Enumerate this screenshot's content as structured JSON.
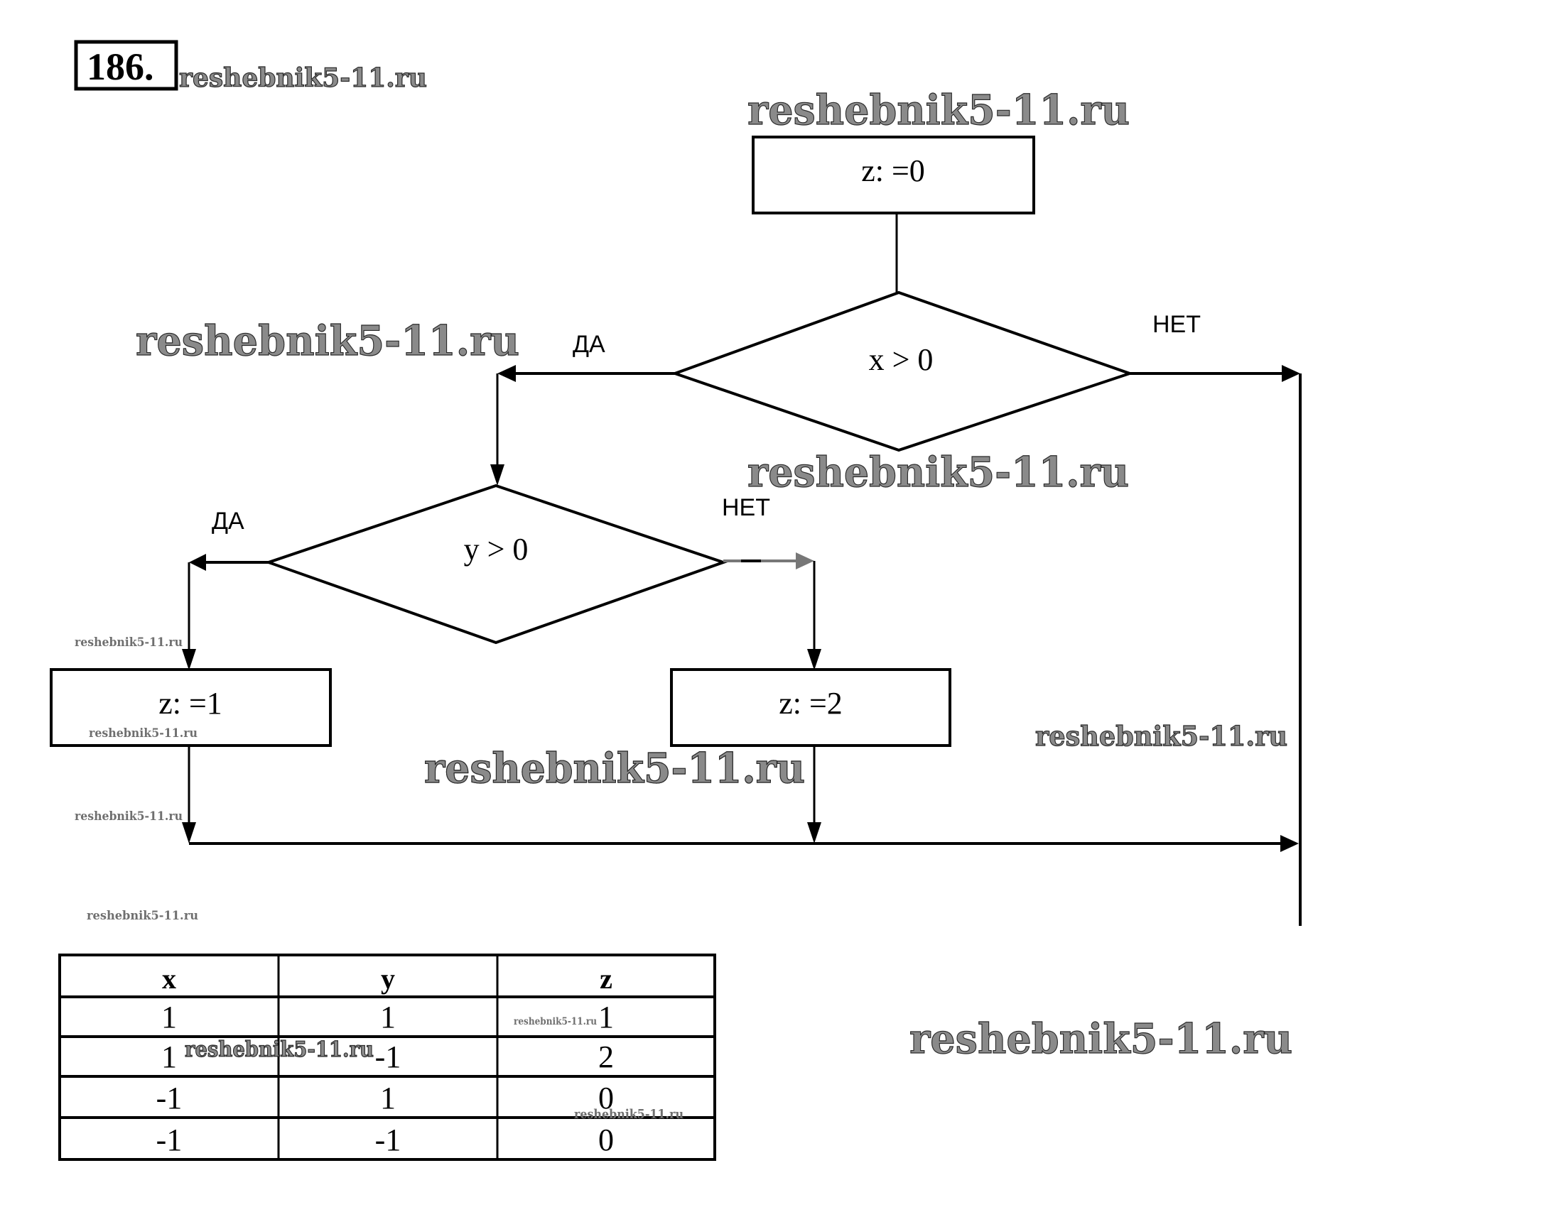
{
  "problem": {
    "number": "186."
  },
  "watermark": {
    "text": "reshebnik5-11.ru"
  },
  "flowchart": {
    "start_box": {
      "label": "z: =0"
    },
    "decision_x": {
      "condition": "x > 0",
      "yes_label": "ДА",
      "no_label": "НЕТ"
    },
    "decision_y": {
      "condition": "y > 0",
      "yes_label": "ДА",
      "no_label": "НЕТ"
    },
    "box_yes": {
      "label": "z: =1"
    },
    "box_no": {
      "label": "z: =2"
    }
  },
  "table": {
    "headers": [
      "x",
      "y",
      "z"
    ],
    "rows": [
      [
        "1",
        "1",
        "1"
      ],
      [
        "1",
        "-1",
        "2"
      ],
      [
        "-1",
        "1",
        "0"
      ],
      [
        "-1",
        "-1",
        "0"
      ]
    ]
  },
  "colors": {
    "line": "#000000",
    "dashed_branch": "#777777",
    "watermark": "#8a8a8a"
  }
}
